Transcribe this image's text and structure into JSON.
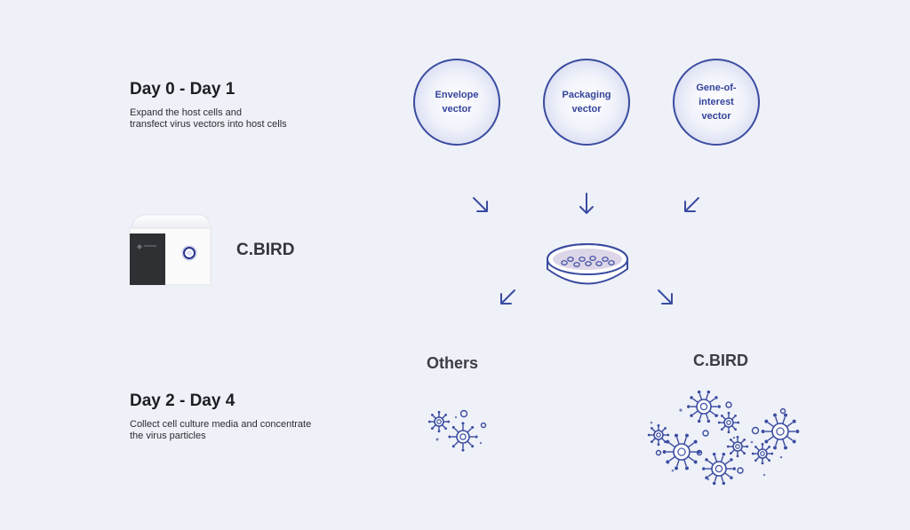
{
  "day0": {
    "title": "Day 0 - Day 1",
    "desc_lines": [
      "Expand the host cells and",
      "transfect virus vectors into host cells"
    ]
  },
  "day2": {
    "title": "Day 2 - Day 4",
    "desc_lines": [
      "Collect cell culture media and concentrate",
      "the virus particles"
    ]
  },
  "device": {
    "name": "C.BIRD"
  },
  "vectors": [
    {
      "lines": [
        "Envelope",
        "vector"
      ]
    },
    {
      "lines": [
        "Packaging",
        "vector"
      ]
    },
    {
      "lines": [
        "Gene-of-",
        "interest",
        "vector"
      ]
    }
  ],
  "groups": {
    "others": "Others",
    "cbird": "C.BIRD"
  },
  "colors": {
    "accent": "#3a4ca0",
    "background": "#eff1f8",
    "text": "#1d1e22"
  }
}
